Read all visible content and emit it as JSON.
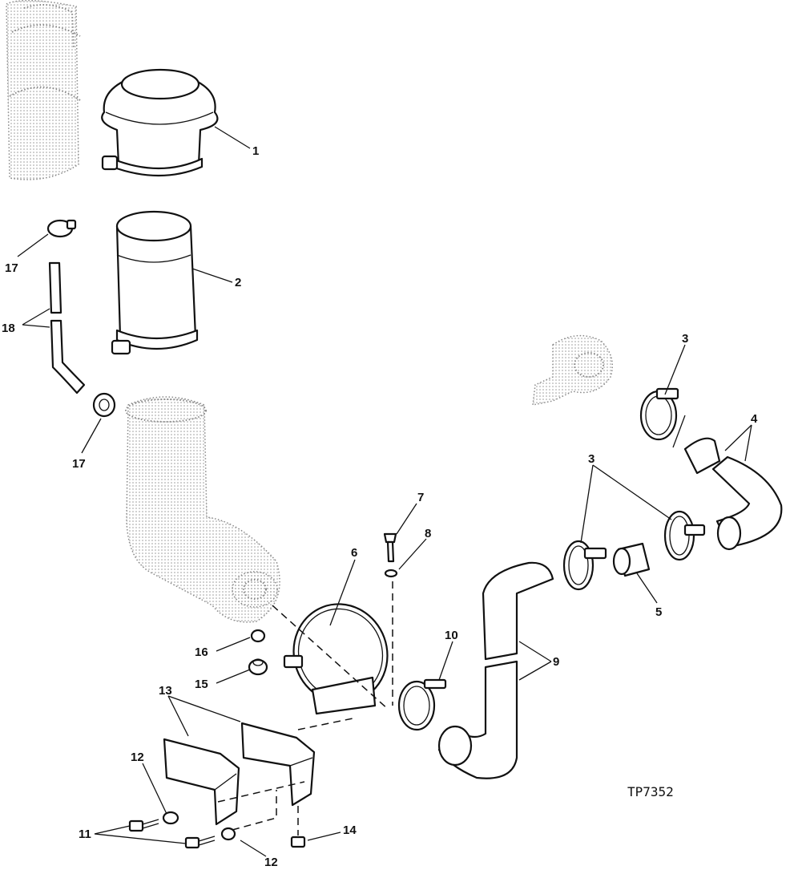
{
  "figure_id": "TP7352",
  "callouts": {
    "c1": "1",
    "c2": "2",
    "c3a": "3",
    "c3b": "3",
    "c4": "4",
    "c5": "5",
    "c6": "6",
    "c7": "7",
    "c8": "8",
    "c9": "9",
    "c10": "10",
    "c11": "11",
    "c12a": "12",
    "c12b": "12",
    "c13": "13",
    "c14": "14",
    "c15": "15",
    "c16": "16",
    "c17a": "17",
    "c17b": "17",
    "c18": "18"
  }
}
